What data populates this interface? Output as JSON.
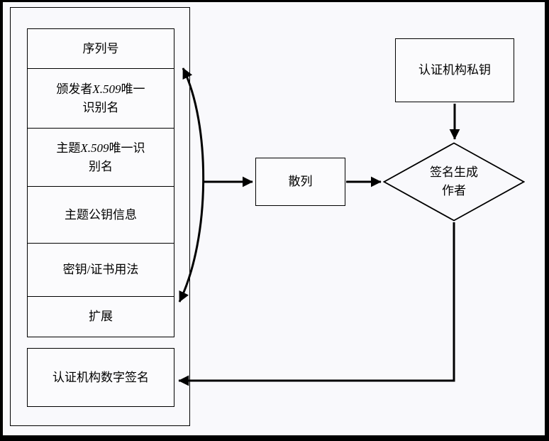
{
  "diagram": {
    "fields": [
      {
        "pre": "序列号",
        "em": "",
        "post": ""
      },
      {
        "pre": "颁发者",
        "em": "X.509",
        "post": "唯一\n识别名"
      },
      {
        "pre": "主题",
        "em": "X.509",
        "post": "唯一识\n别名"
      },
      {
        "pre": "主题公钥信息",
        "em": "",
        "post": ""
      },
      {
        "pre": "密钥/证书用法",
        "em": "",
        "post": ""
      },
      {
        "pre": "扩展",
        "em": "",
        "post": ""
      }
    ],
    "signature_box": "认证机构数字签名",
    "hash_box": "散列",
    "private_key_box": "认证机构私钥",
    "signer_diamond": "签名生成\n作者",
    "colors": {
      "line": "#000000",
      "background": "#f9f9fc"
    }
  }
}
